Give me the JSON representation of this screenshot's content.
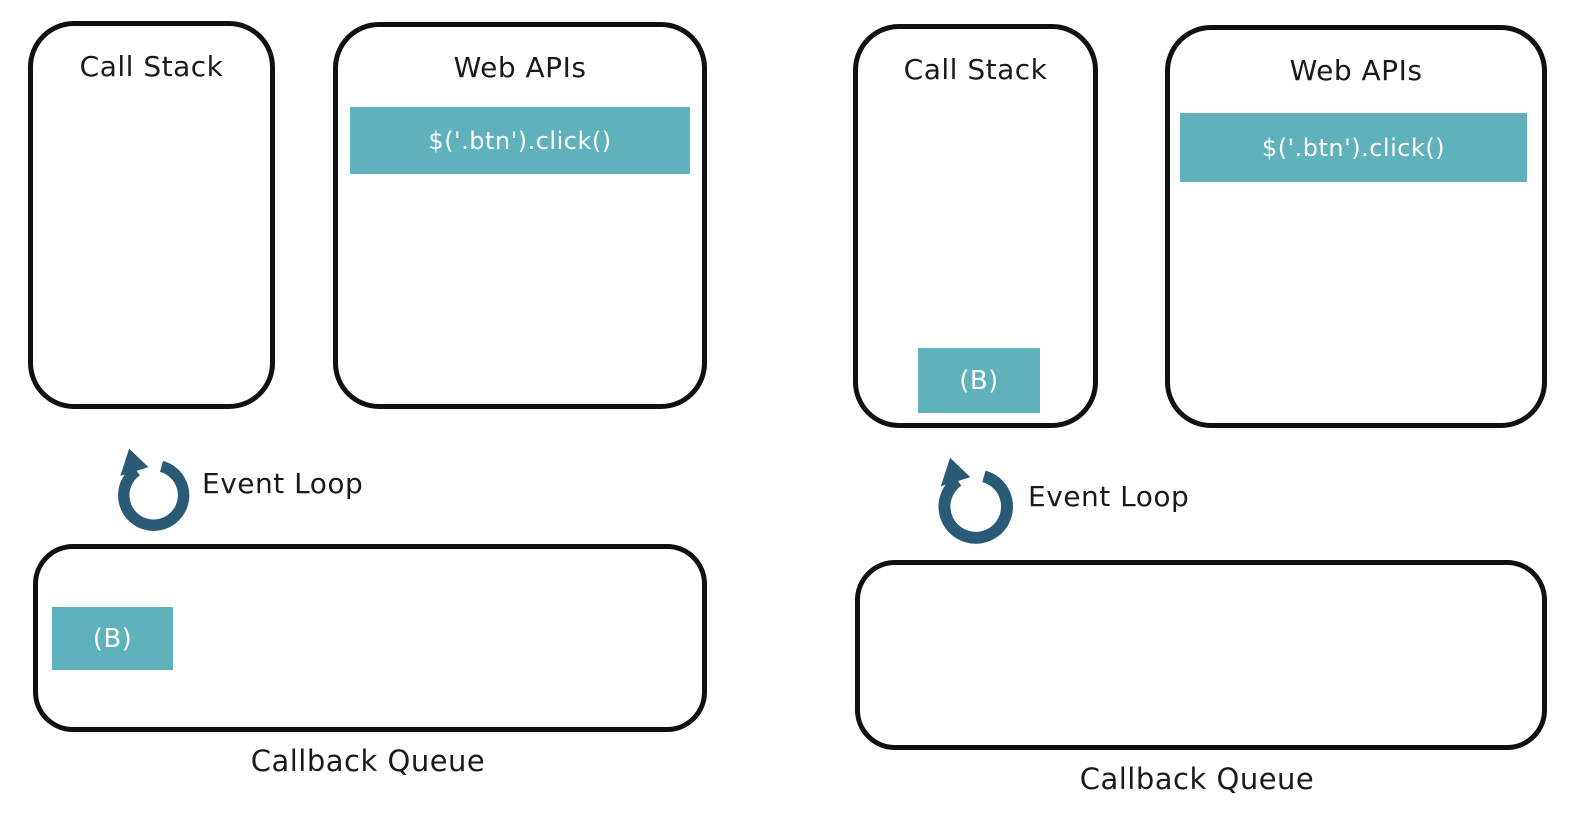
{
  "colors": {
    "task_fill": "#5fb1bb",
    "task_text": "#ffffff",
    "event_loop_icon": "#2b5a77",
    "box_border": "#101010",
    "text": "#1a1a1a",
    "background": "#ffffff"
  },
  "panels": [
    {
      "call_stack": {
        "label": "Call Stack",
        "items": []
      },
      "web_apis": {
        "label": "Web APIs",
        "items": [
          "$('.btn').click()"
        ]
      },
      "event_loop": {
        "label": "Event Loop"
      },
      "callback_queue": {
        "label": "Callback Queue",
        "items": [
          "(B)"
        ]
      }
    },
    {
      "call_stack": {
        "label": "Call Stack",
        "items": [
          "(B)"
        ]
      },
      "web_apis": {
        "label": "Web APIs",
        "items": [
          "$('.btn').click()"
        ]
      },
      "event_loop": {
        "label": "Event Loop"
      },
      "callback_queue": {
        "label": "Callback Queue",
        "items": []
      }
    }
  ]
}
